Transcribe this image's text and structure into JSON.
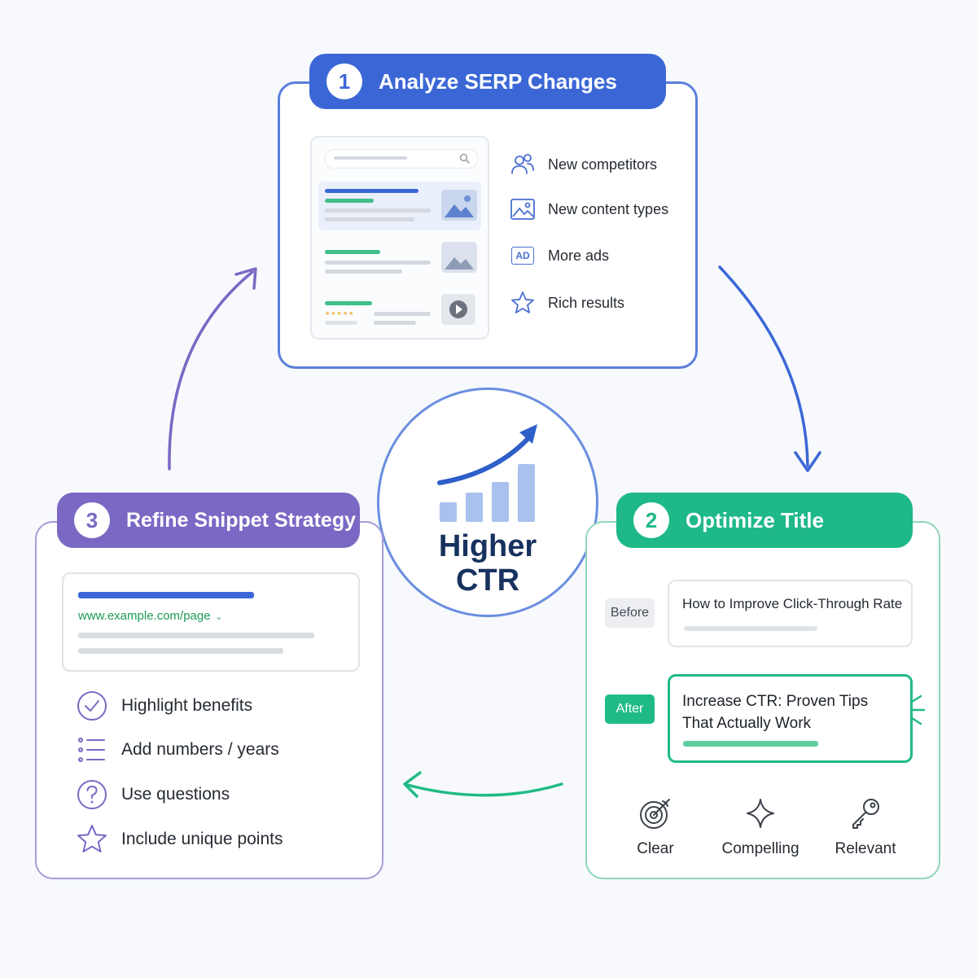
{
  "steps": [
    {
      "number": "1",
      "title": "Analyze SERP Changes"
    },
    {
      "number": "2",
      "title": "Optimize Title"
    },
    {
      "number": "3",
      "title": "Refine Snippet Strategy"
    }
  ],
  "serp_changes": {
    "items": [
      {
        "label": "New competitors",
        "icon": "users-icon"
      },
      {
        "label": "New content types",
        "icon": "image-icon"
      },
      {
        "label": "More ads",
        "icon": "ad-icon",
        "icon_text": "AD"
      },
      {
        "label": "Rich results",
        "icon": "star-icon"
      }
    ]
  },
  "optimize_title": {
    "before_label": "Before",
    "before_title": "How to Improve Click-Through Rate",
    "after_label": "After",
    "after_title_line1": "Increase CTR: Proven Tips",
    "after_title_line2": "That Actually Work",
    "qualities": [
      {
        "label": "Clear",
        "icon": "target-icon"
      },
      {
        "label": "Compelling",
        "icon": "sparkle-icon"
      },
      {
        "label": "Relevant",
        "icon": "key-icon"
      }
    ]
  },
  "snippet_strategy": {
    "url": "www.example.com/page",
    "items": [
      {
        "label": "Highlight benefits",
        "icon": "check-circle-icon"
      },
      {
        "label": "Add numbers / years",
        "icon": "list-icon"
      },
      {
        "label": "Use questions",
        "icon": "question-icon"
      },
      {
        "label": "Include unique points",
        "icon": "star-icon"
      }
    ]
  },
  "center": {
    "line1": "Higher",
    "line2": "CTR"
  },
  "colors": {
    "step1": "#3b67d6",
    "step2": "#1fb889",
    "step3": "#7b68c4",
    "center_text": "#17325f"
  }
}
